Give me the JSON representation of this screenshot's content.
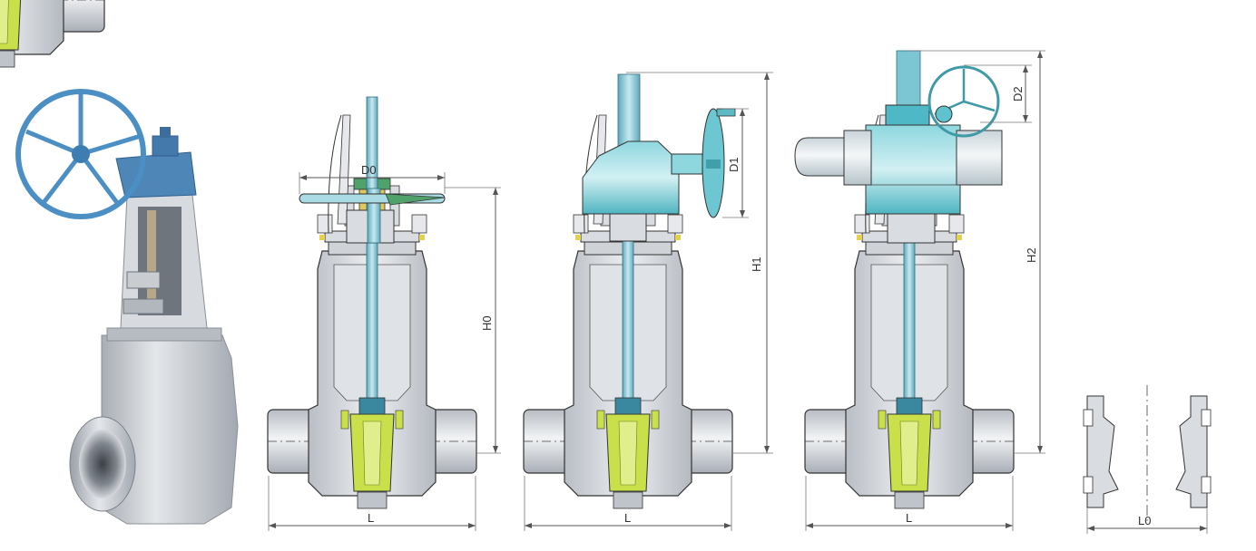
{
  "colors": {
    "body": "#c7ccd2",
    "body_light": "#e3e6ea",
    "stem": "#7fc3d3",
    "actuator": "#5ec3cf",
    "actuator_light": "#a9e0e6",
    "wedge": "#c9e04a",
    "yoke_green": "#4fa36a",
    "photo_wheel": "#4c8fc4",
    "photo_body": "#c4c9d0"
  },
  "icons": {
    "photo": "gate-valve-photo-icon",
    "handwheel": "handwheel-icon",
    "gear": "gear-operator-icon",
    "electric": "electric-actuator-icon"
  },
  "labels": {
    "d0": "D0",
    "h0": "H0",
    "l_manual": "L",
    "d1": "D1",
    "h1": "H1",
    "l_gear": "L",
    "d2": "D2",
    "h2": "H2",
    "l_electric": "L",
    "l0": "L0"
  }
}
